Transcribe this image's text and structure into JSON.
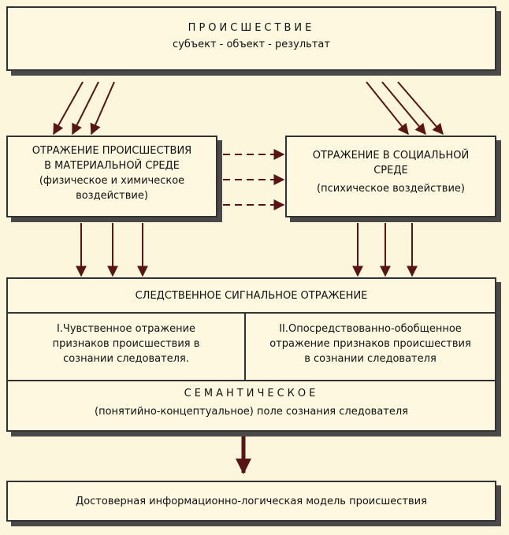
{
  "incident": {
    "title": "ПРОИСШЕСТВИЕ",
    "subtitle": "субъект - объект - результат"
  },
  "material": {
    "line1": "ОТРАЖЕНИЕ ПРОИСШЕСТВИЯ",
    "line2": "В МАТЕРИАЛЬНОЙ СРЕДЕ",
    "line3": "(физическое и химическое",
    "line4": "воздействие)"
  },
  "social": {
    "line1": "ОТРАЖЕНИЕ В СОЦИАЛЬНОЙ",
    "line2": "СРЕДЕ",
    "line3": "(психическое воздействие)"
  },
  "signal": {
    "title": "СЛЕДСТВЕННОЕ СИГНАЛЬНОЕ ОТРАЖЕНИЕ",
    "left": {
      "line1": "I.Чувственное отражение",
      "line2": "признаков происшествия в",
      "line3": "сознании следователя."
    },
    "right": {
      "line1": "II.Опосредствованно-обобщенное",
      "line2": "отражение признаков происшествия",
      "line3": "в сознании следователя"
    },
    "semantic_title": "СЕМАНТИЧЕСКОЕ",
    "semantic_sub": "(понятийно-концептуальное) поле сознания следователя"
  },
  "model": {
    "text": "Достоверная информационно-логическая модель происшествия"
  },
  "colors": {
    "arrow": "#5a1414",
    "box_bg": "#fdf8df",
    "page_bg": "#fbf6dc",
    "shadow": "#4a4a4a"
  }
}
